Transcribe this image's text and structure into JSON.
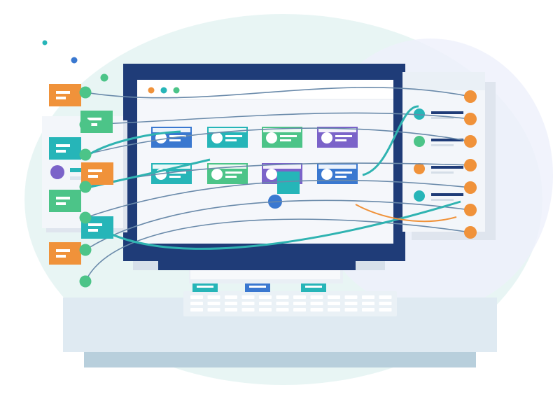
{
  "colors": {
    "background": "#ffffff",
    "blob": "#e8f5f4",
    "blob_right": "#eef0fb",
    "monitor_frame": "#1f3c78",
    "monitor_stand": "#1f3c78",
    "screen": "#f5f7fb",
    "panel": "#f3f6fa",
    "panel_shadow": "#dfe5ee",
    "desk": "#dfeaf2",
    "desk_shadow": "#b8cfdc",
    "keyboard": "#eaf1f6",
    "key": "#ffffff",
    "orange": "#f0923a",
    "green": "#4cc488",
    "teal": "#26b5b8",
    "blue": "#3a78d0",
    "purple": "#7b63c9",
    "dark_blue": "#1f3c78",
    "wire": "#6a8aaa",
    "wire_teal": "#2fb3b1",
    "wire_orange": "#f0923a"
  },
  "window_dots": [
    {
      "color": "orange",
      "icon": "window-dot-orange-icon"
    },
    {
      "color": "teal",
      "icon": "window-dot-teal-icon"
    },
    {
      "color": "green",
      "icon": "window-dot-green-icon"
    }
  ],
  "screen_cards": [
    {
      "color": "blue"
    },
    {
      "color": "teal"
    },
    {
      "color": "green"
    },
    {
      "color": "purple"
    },
    {
      "color": "teal"
    },
    {
      "color": "green"
    },
    {
      "color": "purple"
    },
    {
      "color": "blue"
    }
  ],
  "left_tags": [
    {
      "color": "orange"
    },
    {
      "color": "green"
    },
    {
      "color": "teal"
    },
    {
      "color": "orange"
    },
    {
      "color": "green"
    },
    {
      "color": "teal"
    },
    {
      "color": "orange"
    }
  ],
  "left_nodes": [
    {
      "color": "green"
    },
    {
      "color": "green"
    },
    {
      "color": "green"
    },
    {
      "color": "green"
    },
    {
      "color": "green"
    },
    {
      "color": "green"
    },
    {
      "color": "green"
    }
  ],
  "right_rows": [
    {
      "dot": "teal"
    },
    {
      "dot": "green"
    },
    {
      "dot": "orange"
    },
    {
      "dot": "teal"
    }
  ],
  "right_nodes": [
    {
      "color": "orange"
    },
    {
      "color": "orange"
    },
    {
      "color": "orange"
    },
    {
      "color": "orange"
    },
    {
      "color": "orange"
    },
    {
      "color": "orange"
    },
    {
      "color": "orange"
    }
  ],
  "tray_tabs": [
    {
      "color": "teal"
    },
    {
      "color": "blue"
    },
    {
      "color": "teal"
    }
  ],
  "floating_dots": [
    {
      "color": "teal"
    },
    {
      "color": "blue"
    },
    {
      "color": "green"
    }
  ]
}
